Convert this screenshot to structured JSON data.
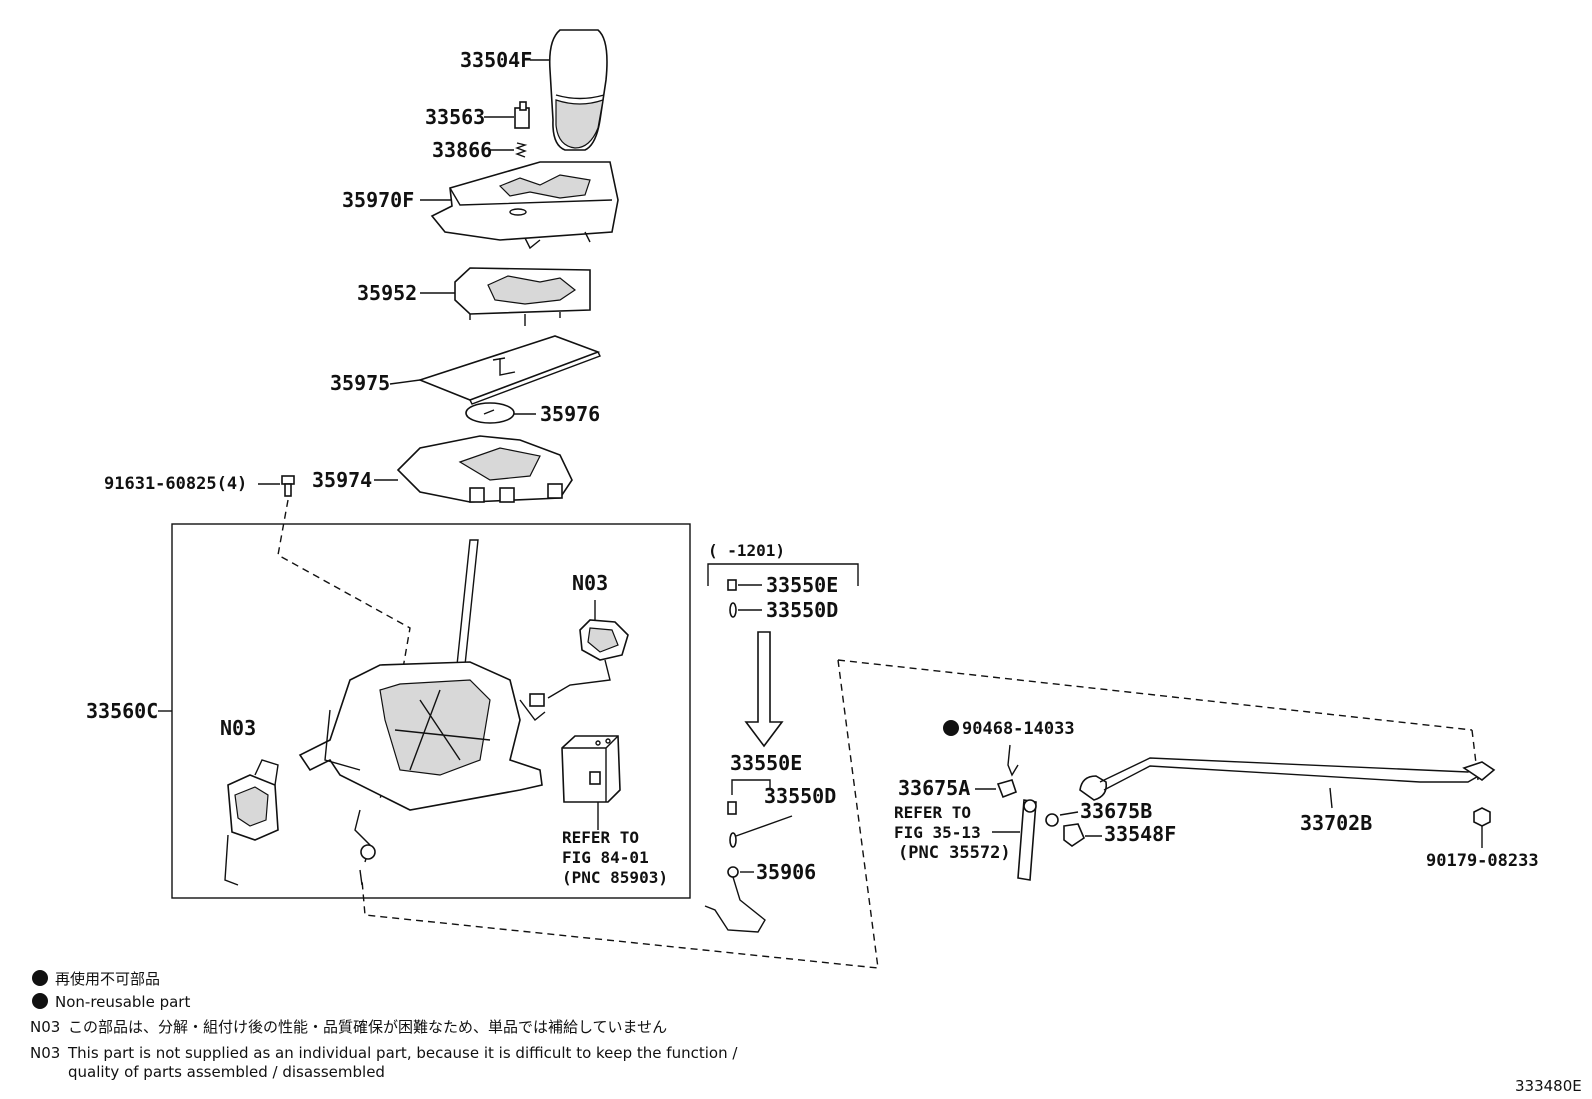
{
  "parts": {
    "p33504F": "33504F",
    "p33563": "33563",
    "p33866": "33866",
    "p35970F": "35970F",
    "p35952": "35952",
    "p35975": "35975",
    "p35976": "35976",
    "p35974": "35974",
    "p91631": "91631-60825(4)",
    "p33560C": "33560C",
    "n03a": "N03",
    "n03b": "N03",
    "p33550E_top": "33550E",
    "p33550D_top": "33550D",
    "range": "(      -1201)",
    "p33550E": "33550E",
    "p33550D": "33550D",
    "p35906": "35906",
    "p90468": "90468-14033",
    "p33675A": "33675A",
    "p33675B": "33675B",
    "p33548F": "33548F",
    "p33702B": "33702B",
    "p90179": "90179-08233"
  },
  "notes": {
    "refer1_l1": "REFER TO",
    "refer1_l2": "FIG 84-01",
    "refer1_l3": "(PNC 85903)",
    "refer2_l1": "REFER TO",
    "refer2_l2": "FIG 35-13",
    "refer2_l3": "(PNC 35572)"
  },
  "legend": {
    "jp_nonreusable": "再使用不可部品",
    "en_nonreusable": "Non-reusable part",
    "n03_jp_code": "N03",
    "n03_jp": "この部品は、分解・組付け後の性能・品質確保が困難なため、単品では補給していません",
    "n03_en_code": "N03",
    "n03_en_l1": "This part is not supplied as an individual part, because it is difficult to keep the function /",
    "n03_en_l2": "quality of parts assembled / disassembled"
  },
  "figure_id": "333480E"
}
